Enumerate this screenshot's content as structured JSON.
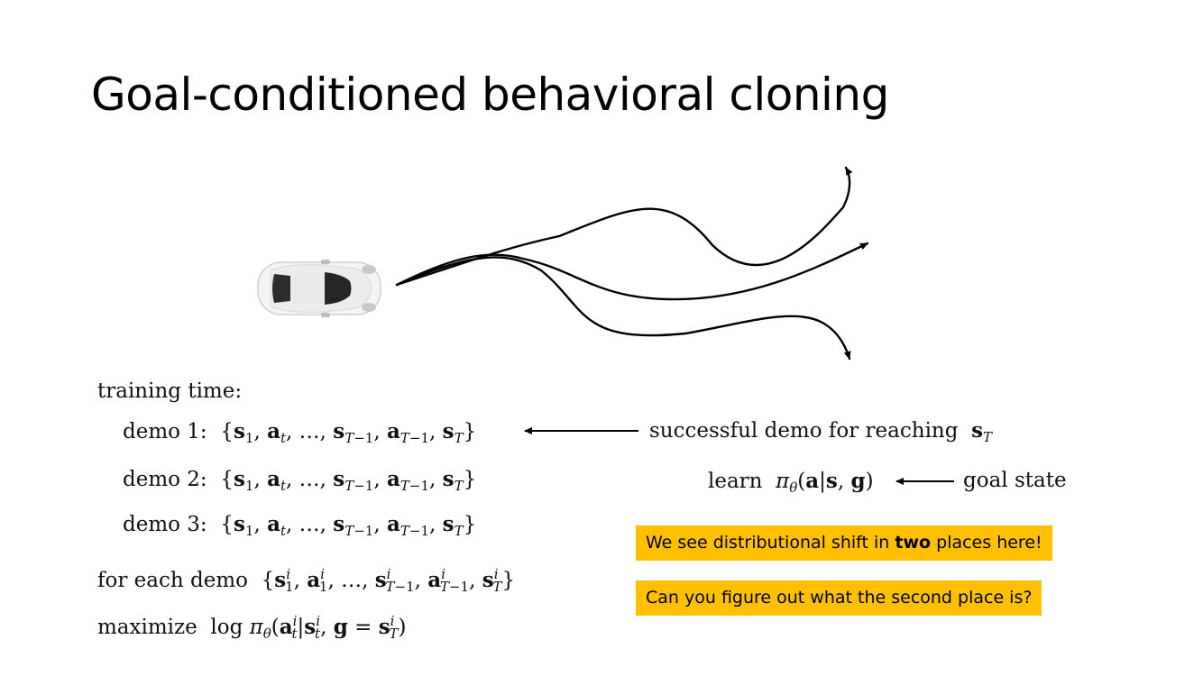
{
  "slide": {
    "title": "Goal-conditioned behavioral cloning"
  },
  "training": {
    "heading": "training time:",
    "demos": [
      {
        "label": "demo 1:"
      },
      {
        "label": "demo 2:"
      },
      {
        "label": "demo 3:"
      }
    ],
    "for_each": "for each demo",
    "maximize": "maximize"
  },
  "annotations": {
    "successful_demo": "successful demo for reaching",
    "learn": "learn",
    "goal_state": "goal state"
  },
  "callouts": {
    "first_pre": "We see distributional shift in ",
    "first_bold": "two",
    "first_post": " places here!",
    "second": "Can you figure out what the second place is?"
  },
  "colors": {
    "callout_bg": "#ffc000",
    "car_body": "#f2f2f2",
    "car_glass": "#2b2b2b"
  },
  "icons": {
    "car": "car-top-view-icon"
  }
}
